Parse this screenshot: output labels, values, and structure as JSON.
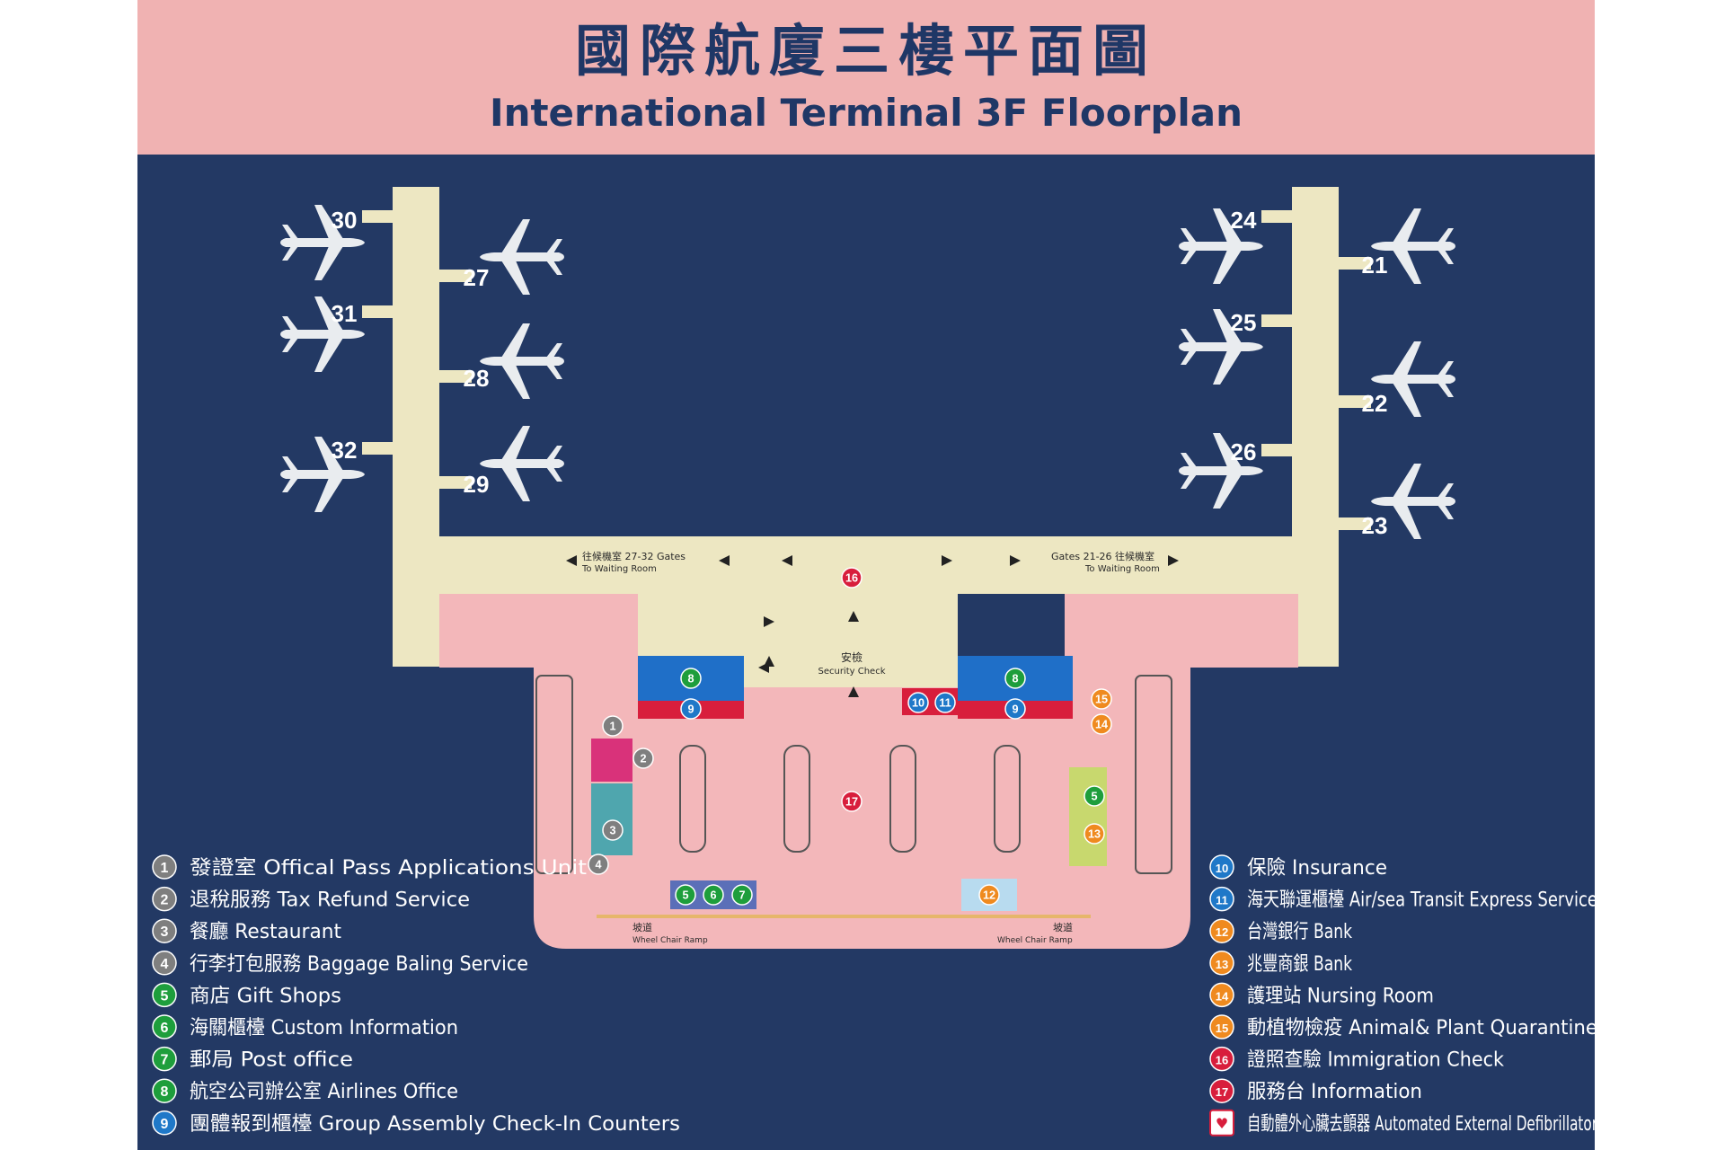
{
  "header": {
    "title_zh": "國際航廈三樓平面圖",
    "title_en": "International Terminal 3F Floorplan"
  },
  "colors": {
    "header_bg": "#f0b2b2",
    "map_bg": "#233964",
    "concourse": "#ede7c2",
    "lobby": "#f3b7ba",
    "title_text": "#1f3766",
    "plane": "#e9ecef",
    "office_blue": "#1f6fc8",
    "counter_red": "#d81e3c",
    "badge_gray": "#7f7f7f",
    "badge_green": "#1e9e3c",
    "badge_blue": "#1f78c8",
    "badge_orange": "#ef8a1f",
    "badge_red": "#d81e3c"
  },
  "gates": {
    "left": [
      "30",
      "27",
      "31",
      "28",
      "32",
      "29"
    ],
    "right": [
      "24",
      "21",
      "25",
      "22",
      "26",
      "23"
    ]
  },
  "signs": {
    "to_left_zh": "往候機室 27-32 Gates",
    "to_left_en": "To Waiting Room",
    "to_right_zh": "Gates 21-26 往候機室",
    "to_right_en": "To Waiting Room",
    "security_zh": "安檢",
    "security_en": "Security Check",
    "ramp_zh": "坡道",
    "ramp_en": "Wheel Chair Ramp"
  },
  "map_badges": [
    "1",
    "2",
    "3",
    "4",
    "5",
    "6",
    "7",
    "8",
    "9",
    "10",
    "11",
    "12",
    "13",
    "14",
    "15",
    "16",
    "17"
  ],
  "legend": {
    "left": [
      {
        "num": "1",
        "text": "發證室 Offical Pass Applications Unit"
      },
      {
        "num": "2",
        "text": "退稅服務 Tax  Refund Service"
      },
      {
        "num": "3",
        "text": "餐廳 Restaurant"
      },
      {
        "num": "4",
        "text": "行李打包服務 Baggage Baling Service"
      },
      {
        "num": "5",
        "text": "商店 Gift Shops"
      },
      {
        "num": "6",
        "text": "海關櫃檯 Custom Information"
      },
      {
        "num": "7",
        "text": "郵局 Post office"
      },
      {
        "num": "8",
        "text": "航空公司辦公室 Airlines Office"
      },
      {
        "num": "9",
        "text": "團體報到櫃檯 Group  Assembly  Check-In  Counters"
      }
    ],
    "right": [
      {
        "num": "10",
        "text": "保險 Insurance"
      },
      {
        "num": "11",
        "text": "海天聯運櫃檯 Air/sea Transit Express Service"
      },
      {
        "num": "12",
        "text": "台灣銀行 Bank"
      },
      {
        "num": "13",
        "text": "兆豐商銀 Bank"
      },
      {
        "num": "14",
        "text": "護理站 Nursing Room"
      },
      {
        "num": "15",
        "text": "動植物檢疫 Animal& Plant Quarantine"
      },
      {
        "num": "16",
        "text": "證照查驗 Immigration Check"
      },
      {
        "num": "17",
        "text": "服務台 Information"
      },
      {
        "num": "AED",
        "text": "自動體外心臟去顫器 Automated External Defibrillator"
      }
    ]
  }
}
